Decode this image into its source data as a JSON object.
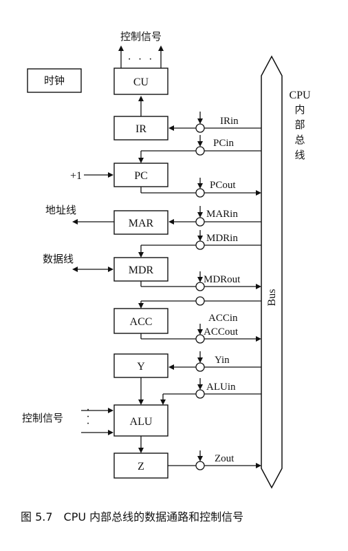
{
  "diagram": {
    "registers": {
      "cu": "CU",
      "ir": "IR",
      "pc": "PC",
      "mar": "MAR",
      "mdr": "MDR",
      "acc": "ACC",
      "y": "Y",
      "alu": "ALU",
      "z": "Z"
    },
    "clock": "时钟",
    "control_signals_top": "控制信号",
    "control_signals_alu": "控制信号",
    "address_line": "地址线",
    "data_line": "数据线",
    "plus_one": "+1",
    "ellipsis_h": "· · ·",
    "bus_vertical_title": [
      "CPU",
      "内",
      "部",
      "总",
      "线"
    ],
    "bus_label": "Bus",
    "signals": {
      "irin": "IRin",
      "pcin": "PCin",
      "pcout": "PCout",
      "marin": "MARin",
      "mdrin": "MDRin",
      "mdrout": "MDRout",
      "accin": "ACCin",
      "accout": "ACCout",
      "yin": "Yin",
      "aluin": "ALUin",
      "zout": "Zout"
    },
    "caption": "图 5.7　CPU 内部总线的数据通路和控制信号"
  }
}
